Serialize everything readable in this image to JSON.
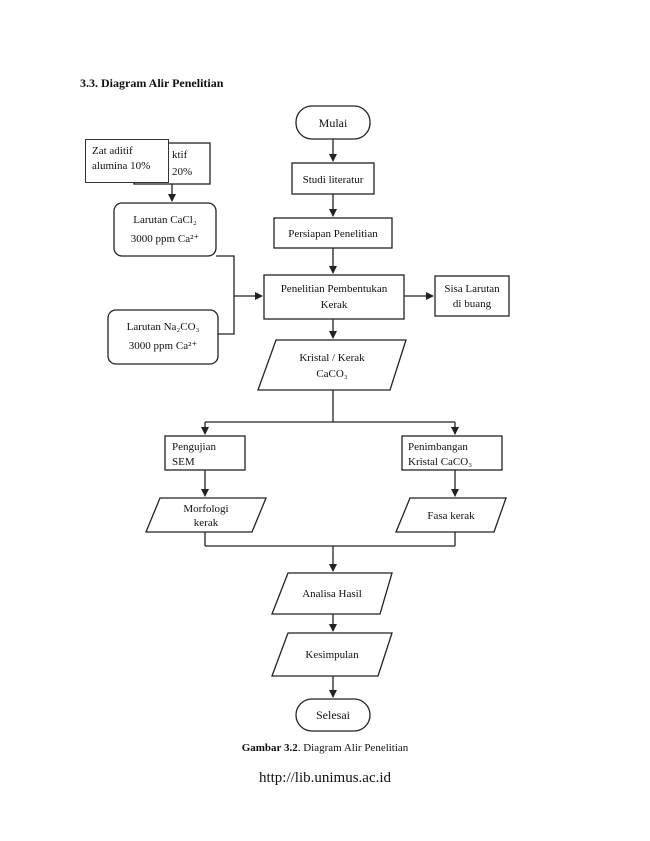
{
  "page": {
    "heading": "3.3. Diagram Alir Penelitian",
    "caption_label": "Gambar 3.2",
    "caption_text": ". Diagram Alir Penelitian",
    "url": "http://lib.unimus.ac.id"
  },
  "nodes": {
    "mulai": "Mulai",
    "studi": "Studi literatur",
    "persiapan": "Persiapan Penelitian",
    "pembentukan_1": "Penelitian Pembentukan",
    "pembentukan_2": "Kerak",
    "sisa_1": "Sisa Larutan",
    "sisa_2": "di buang",
    "aditif_back_1": "ktif",
    "aditif_back_2": "20%",
    "aditif_front_1": "Zat aditif",
    "aditif_front_2": "alumina 10%",
    "cacl_1": "Larutan CaCl₂",
    "cacl_2": "3000 ppm Ca²⁺",
    "naco_1": "Larutan Na₂CO₃",
    "naco_2": "3000 ppm Ca²⁺",
    "kristal_1": "Kristal / Kerak",
    "kristal_2": "CaCO₃",
    "sem_1": "Pengujian",
    "sem_2": "SEM",
    "penimbangan_1": "Penimbangan",
    "penimbangan_2": "Kristal CaCO₃",
    "morfologi_1": "Morfologi",
    "morfologi_2": "kerak",
    "fasa": "Fasa kerak",
    "analisa": "Analisa Hasil",
    "kesimpulan": "Kesimpulan",
    "selesai": "Selesai"
  }
}
